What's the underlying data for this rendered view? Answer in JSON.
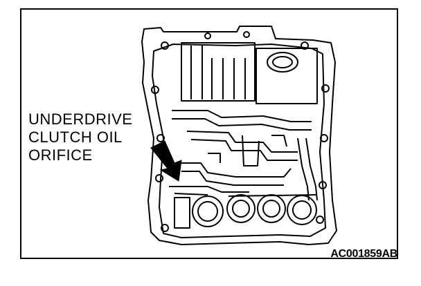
{
  "callout": {
    "lines": [
      "UNDERDRIVE",
      "CLUTCH OIL",
      "ORIFICE"
    ]
  },
  "figure_code": "AC001859AB",
  "colors": {
    "ink": "#000000",
    "paper": "#ffffff"
  },
  "icons": {
    "pointer": "arrow-icon"
  }
}
